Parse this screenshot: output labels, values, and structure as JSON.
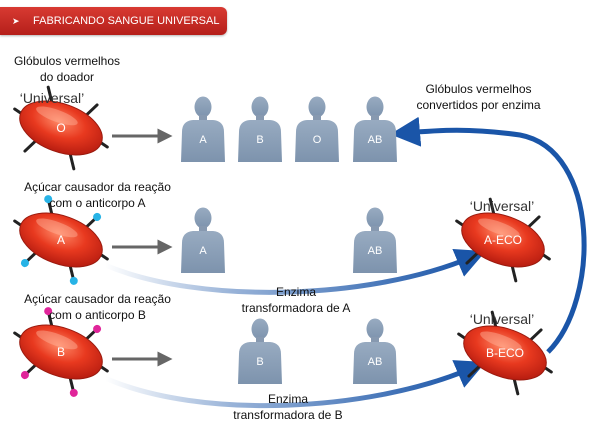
{
  "header": {
    "icon": "flow-arrow-icon",
    "title": "FABRICANDO SANGUE UNIVERSAL"
  },
  "labels": {
    "donor_cells": [
      "Glóbulos vermelhos",
      "do doador"
    ],
    "converted_cells": [
      "Glóbulos vermelhos",
      "convertidos por enzima"
    ],
    "sugar_a": [
      "Açúcar causador da reação",
      "com o anticorpo A"
    ],
    "sugar_b": [
      "Açúcar causador da reação",
      "com o anticorpo B"
    ],
    "enzyme_a": [
      "Enzima",
      "transformadora de A"
    ],
    "enzyme_b": [
      "Enzima",
      "transformadora de B"
    ],
    "universal": "‘Universal’"
  },
  "cells": {
    "o": "O",
    "a": "A",
    "b": "B",
    "a_eco": "A-ECO",
    "b_eco": "B-ECO"
  },
  "people": {
    "row1": [
      "A",
      "B",
      "O",
      "AB"
    ],
    "row2": [
      "A",
      "AB"
    ],
    "row3": [
      "B",
      "AB"
    ]
  },
  "colors": {
    "banner": "#c62a24",
    "cell": "#e0331e",
    "person": "#8fa3ba",
    "arrow_blue": "#1a55a8",
    "antigen_a": "#27b3e6",
    "antigen_b": "#e0259a"
  }
}
